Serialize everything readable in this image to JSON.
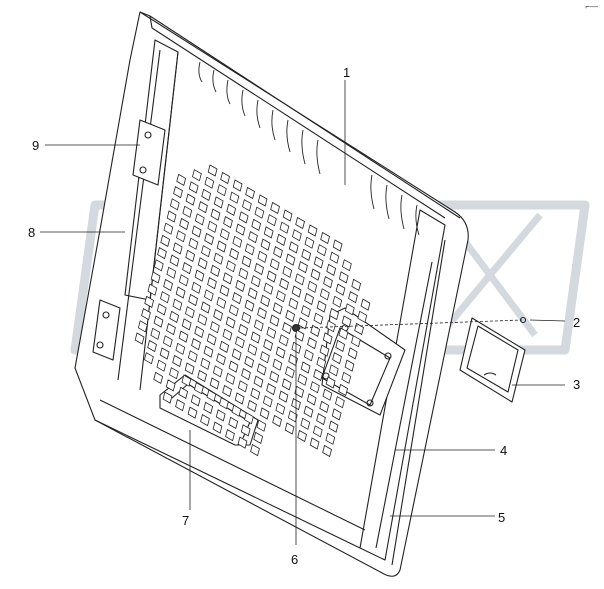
{
  "diagram": {
    "corner_mark": "⌐—",
    "callouts": [
      {
        "id": "1",
        "label": "1"
      },
      {
        "id": "2",
        "label": "2"
      },
      {
        "id": "3",
        "label": "3"
      },
      {
        "id": "4",
        "label": "4"
      },
      {
        "id": "5",
        "label": "5"
      },
      {
        "id": "6",
        "label": "6"
      },
      {
        "id": "7",
        "label": "7"
      },
      {
        "id": "8",
        "label": "8"
      },
      {
        "id": "9",
        "label": "9"
      }
    ],
    "watermark": "CHEX",
    "colors": {
      "line": "#222222",
      "watermark": "#cfd6dc",
      "panel": "#ffffff"
    }
  }
}
